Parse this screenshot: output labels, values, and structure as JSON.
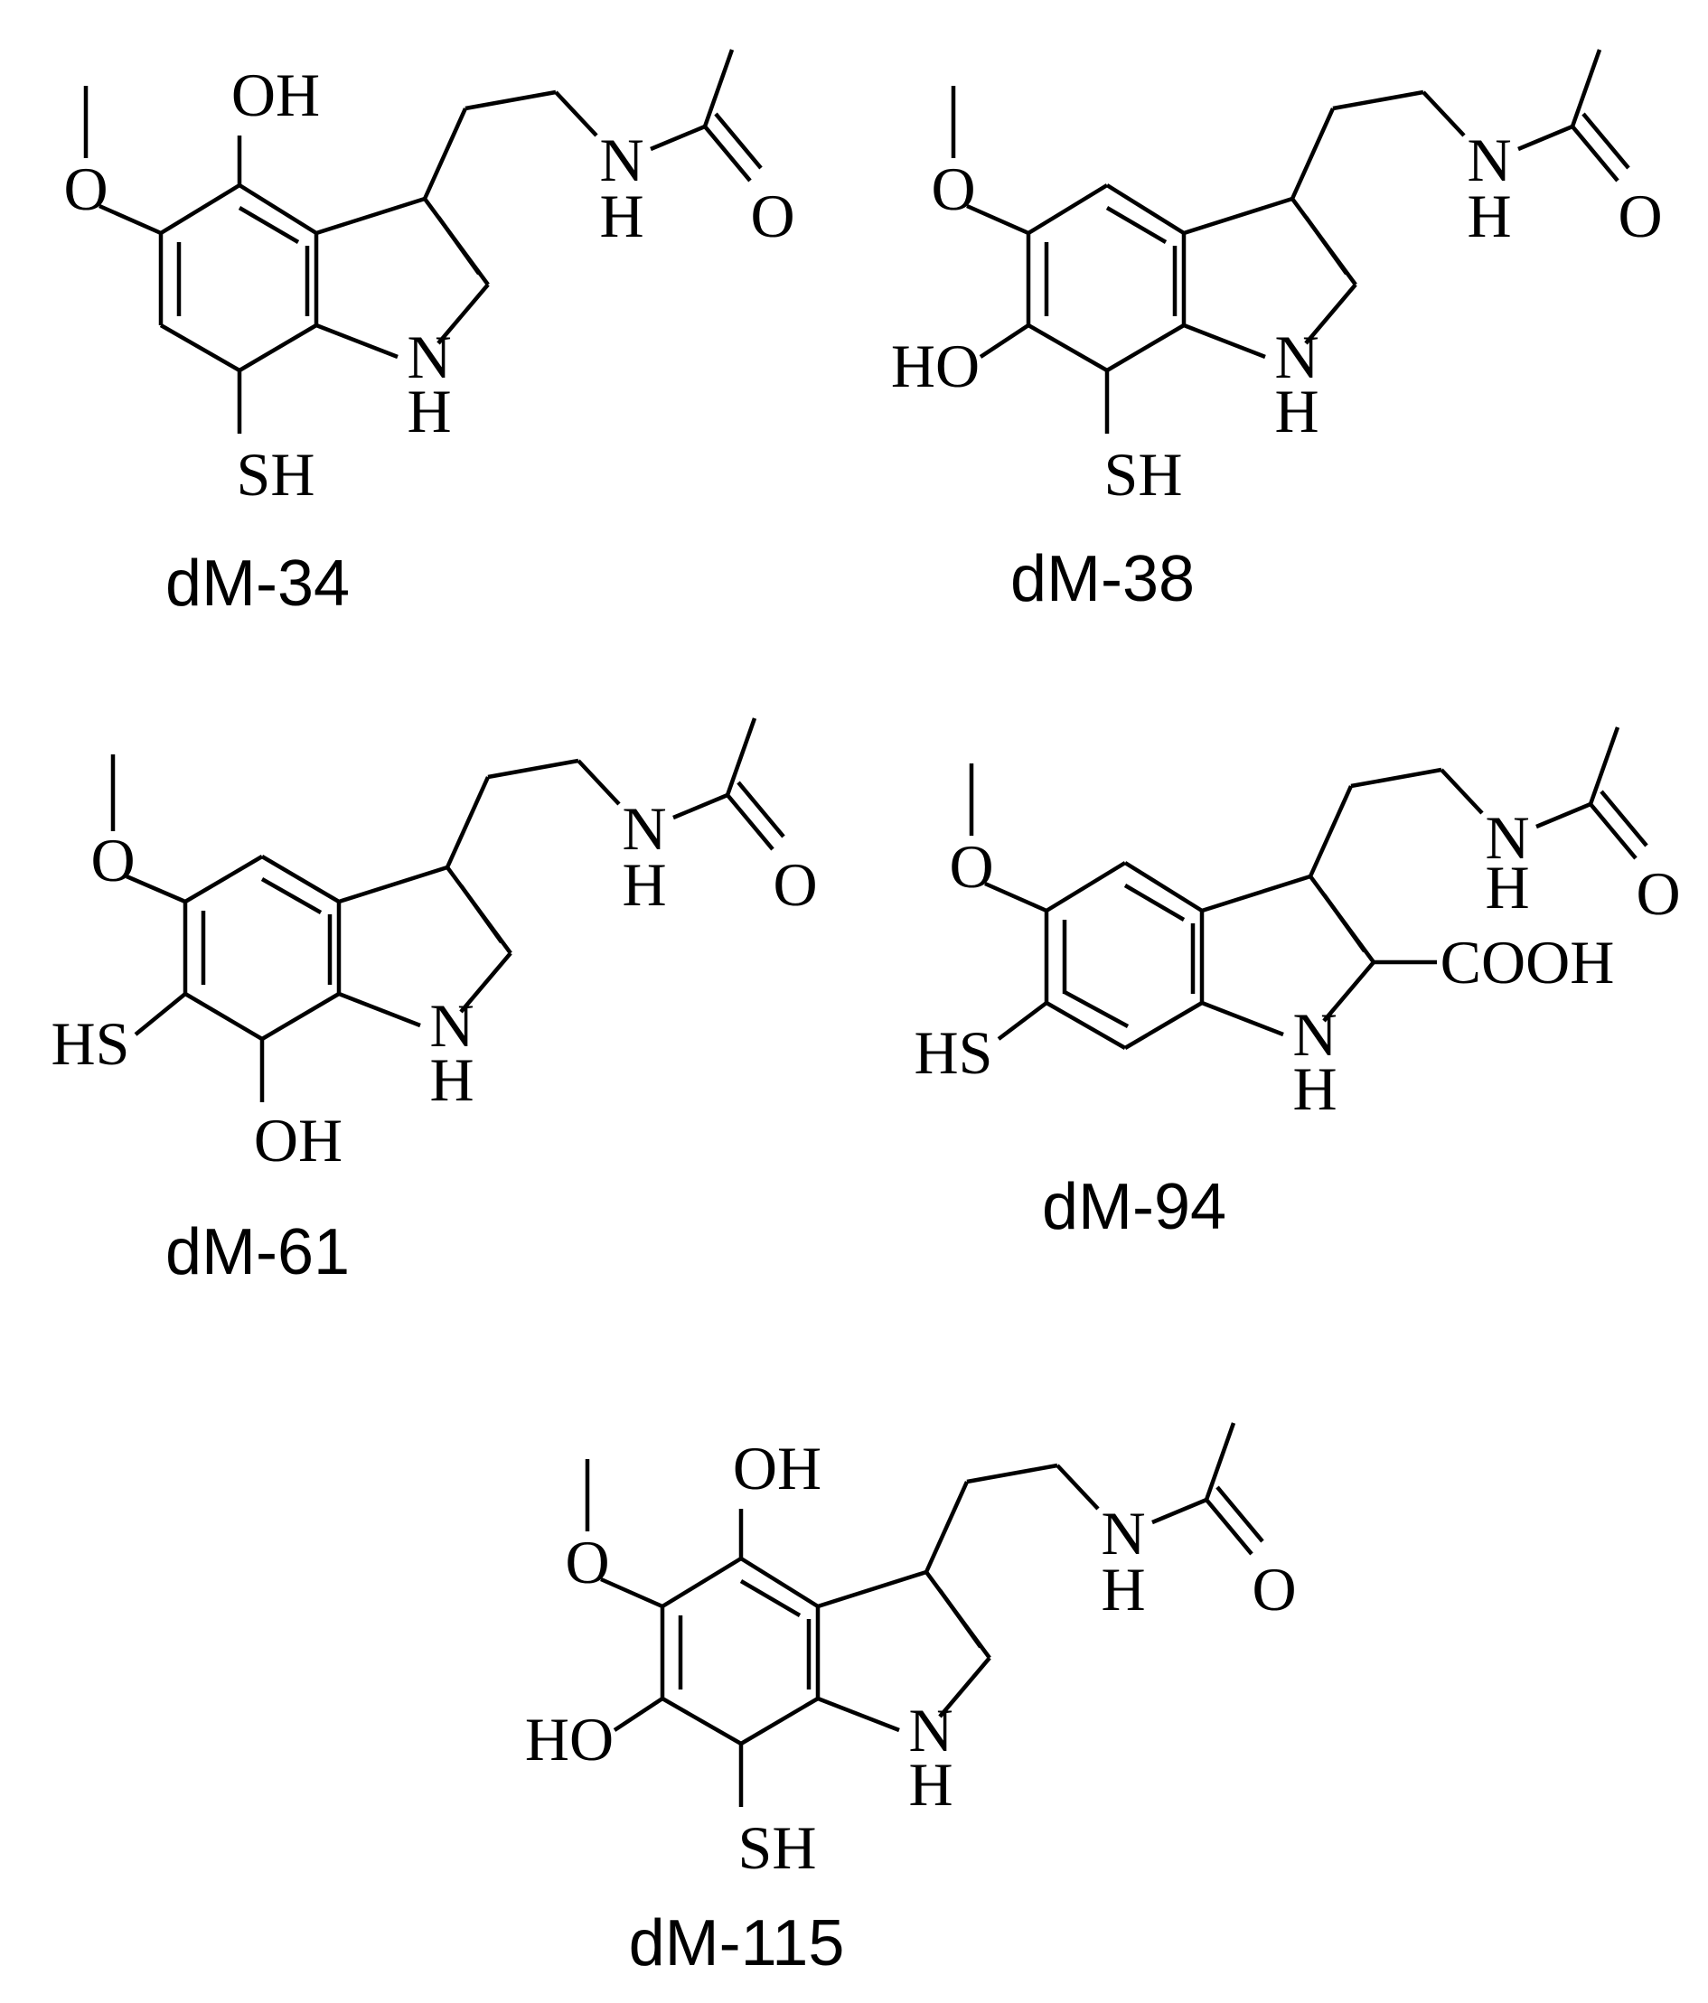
{
  "compounds": [
    {
      "caption": "dM-34",
      "labels": {
        "oh4": "OH",
        "o5": "O",
        "sh7": "SH",
        "n1": "N",
        "h1": "H",
        "nAmide": "N",
        "hAmide": "H",
        "oCarbonyl": "O"
      }
    },
    {
      "caption": "dM-38",
      "labels": {
        "o5": "O",
        "oh6": "HO",
        "sh7": "SH",
        "n1": "N",
        "h1": "H",
        "nAmide": "N",
        "hAmide": "H",
        "oCarbonyl": "O"
      }
    },
    {
      "caption": "dM-61",
      "labels": {
        "o5": "O",
        "sh6": "HS",
        "oh7": "OH",
        "n1": "N",
        "h1": "H",
        "nAmide": "N",
        "hAmide": "H",
        "oCarbonyl": "O"
      }
    },
    {
      "caption": "dM-94",
      "labels": {
        "o5": "O",
        "sh6": "HS",
        "cooh2": "COOH",
        "n1": "N",
        "h1": "H",
        "nAmide": "N",
        "hAmide": "H",
        "oCarbonyl": "O"
      }
    },
    {
      "caption": "dM-115",
      "labels": {
        "oh4": "OH",
        "o5": "O",
        "oh6": "HO",
        "sh7": "SH",
        "n1": "N",
        "h1": "H",
        "nAmide": "N",
        "hAmide": "H",
        "oCarbonyl": "O"
      }
    }
  ]
}
